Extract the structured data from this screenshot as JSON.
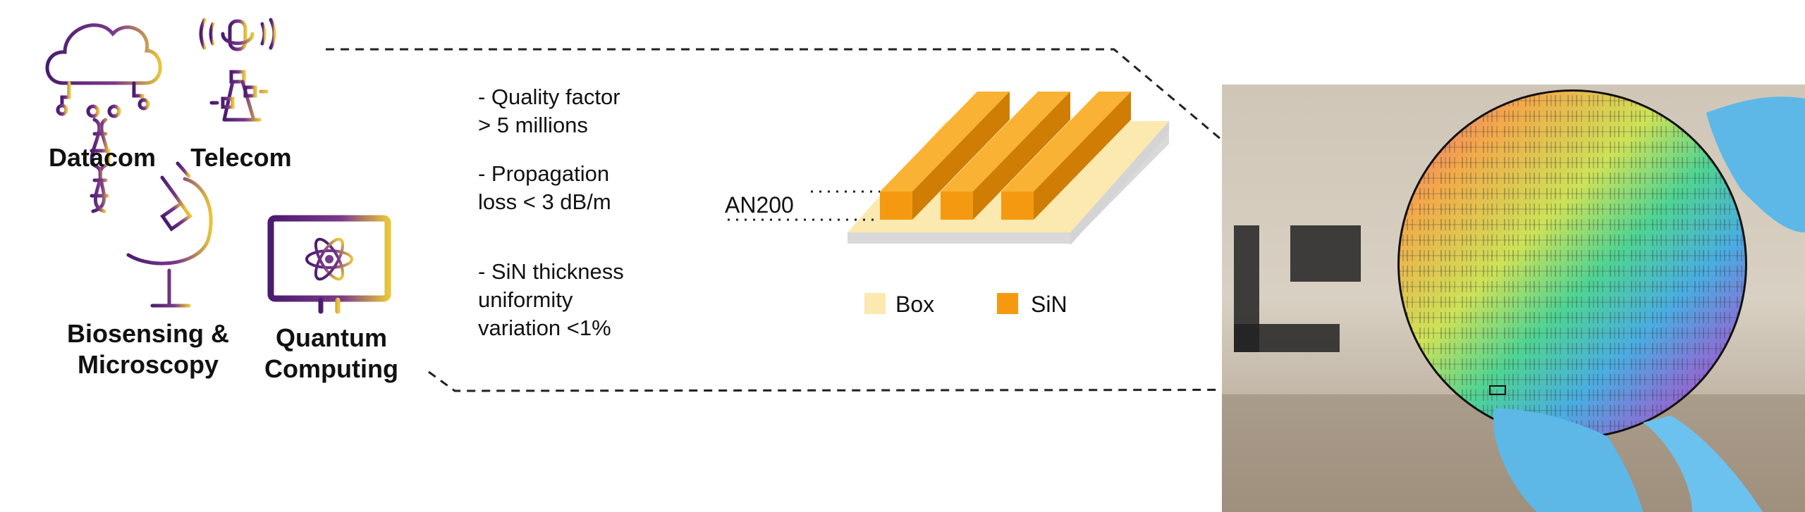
{
  "applications": [
    {
      "label": "Datacom",
      "icon": "cloud-network-icon"
    },
    {
      "label": "Telecom",
      "icon": "antenna-tower-icon"
    },
    {
      "label": "Biosensing &\nMicroscopy",
      "icon": "dna-microscope-icon"
    },
    {
      "label": "Quantum\nComputing",
      "icon": "atom-monitor-icon"
    }
  ],
  "specs": [
    "- Quality factor\n> 5 millions",
    "- Propagation\nloss < 3 dB/m",
    "- SiN thickness\nuniformity\nvariation <1%"
  ],
  "cross_section": {
    "layer_label": "AN200",
    "legend": [
      {
        "label": "Box",
        "color": "#fbe9b0"
      },
      {
        "label": "SiN",
        "color": "#f59a10"
      }
    ]
  },
  "colors": {
    "icon_gradient_start": "#4a1b6e",
    "icon_gradient_end": "#e8c53a",
    "sin_front": "#f59a10",
    "sin_top": "#f9b233",
    "sin_side": "#d07d05",
    "box_top": "#fbe9b0",
    "substrate": "#d9d9d9",
    "glove": "#5db8e8"
  }
}
